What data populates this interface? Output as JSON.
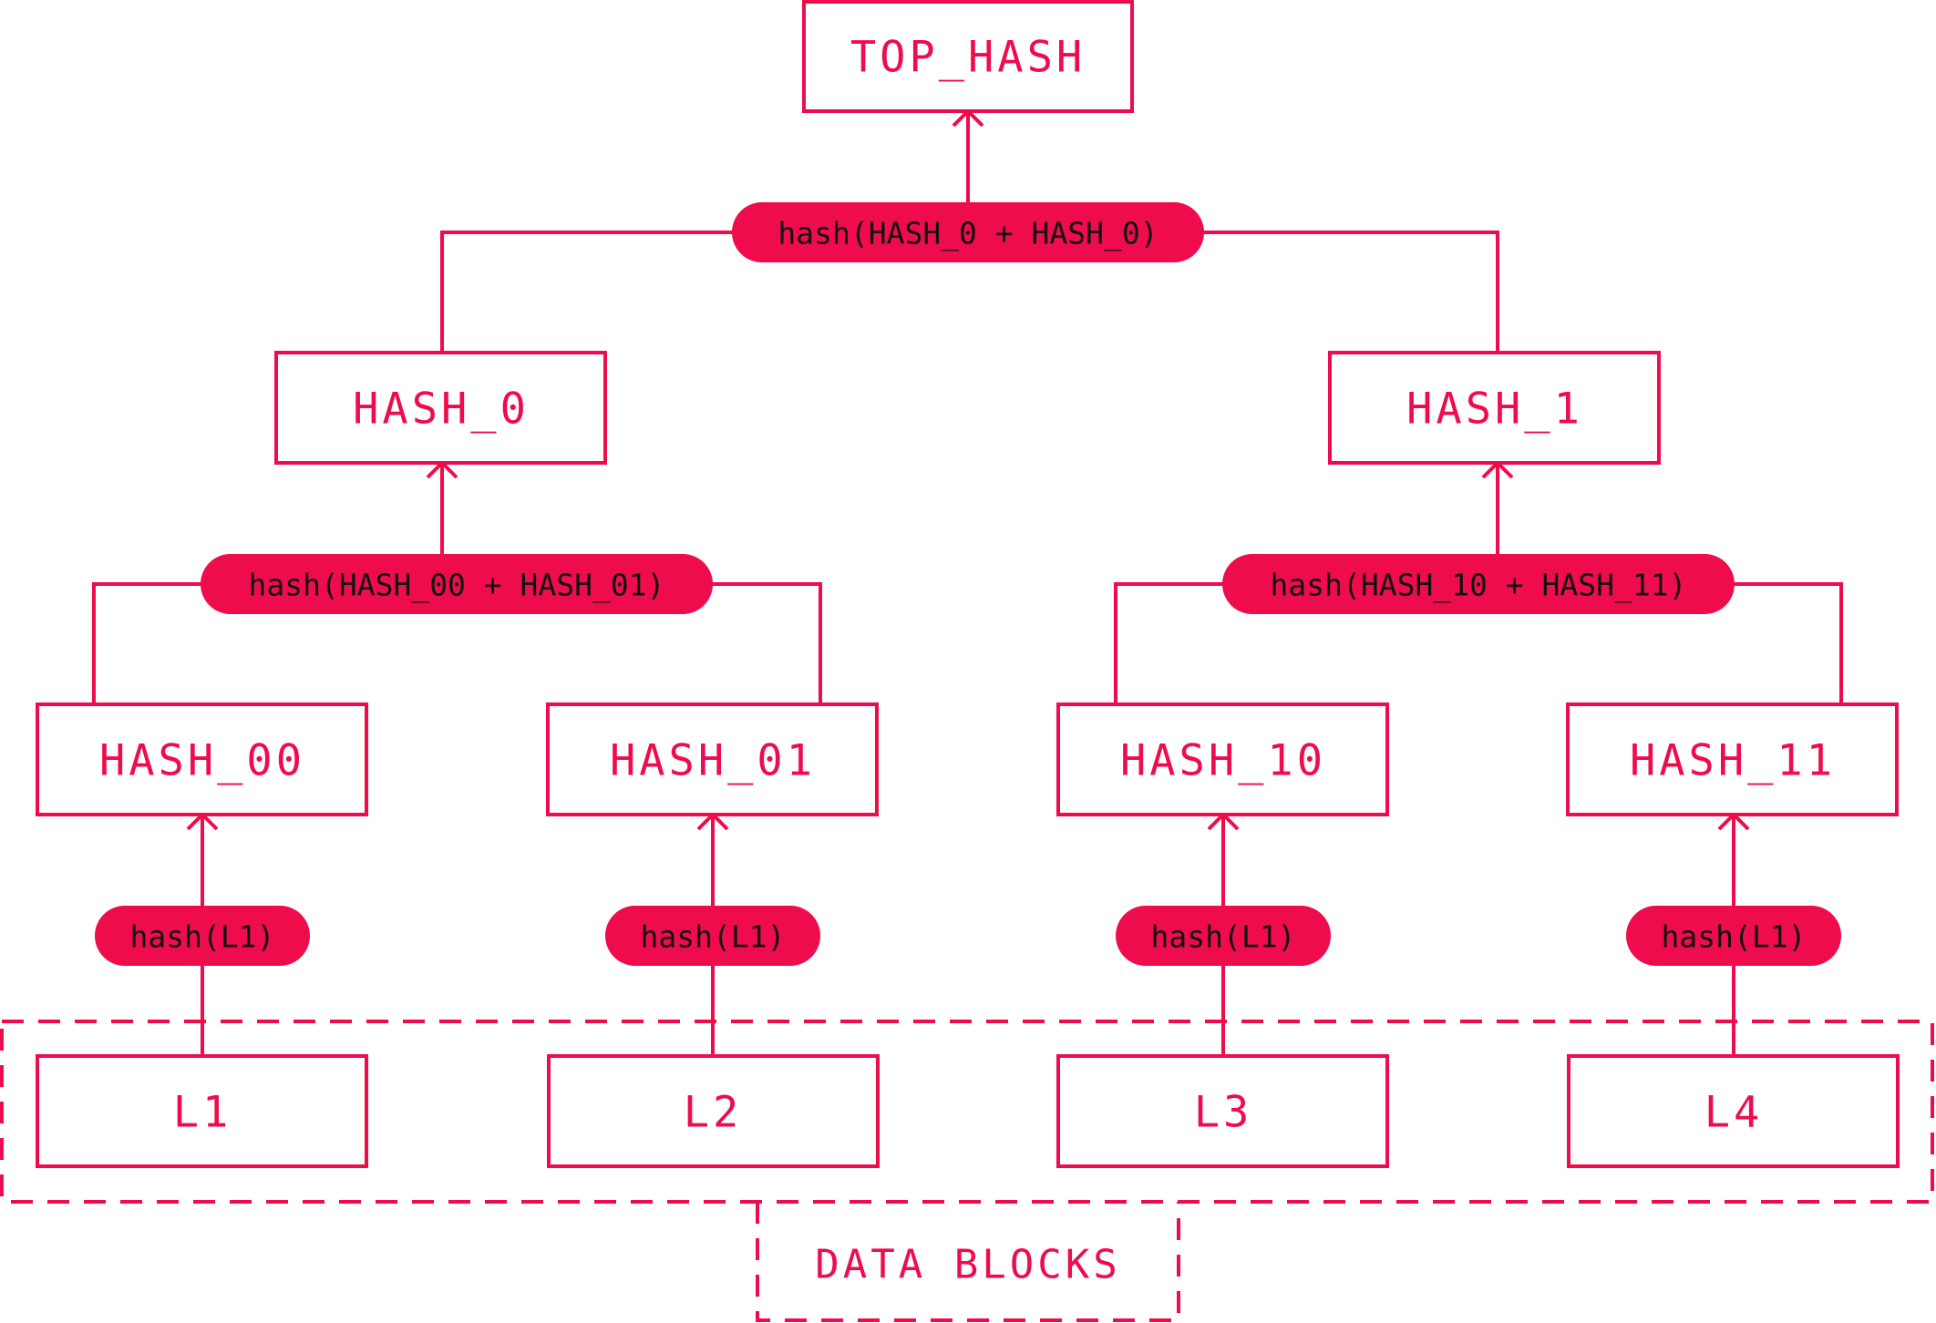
{
  "colors": {
    "accent": "#ee0c4c",
    "pill_text": "#111111",
    "background": "#ffffff"
  },
  "nodes": {
    "top_hash": "TOP_HASH",
    "hash_0": "HASH_0",
    "hash_1": "HASH_1",
    "hash_00": "HASH_00",
    "hash_01": "HASH_01",
    "hash_10": "HASH_10",
    "hash_11": "HASH_11",
    "l1": "L1",
    "l2": "L2",
    "l3": "L3",
    "l4": "L4"
  },
  "operations": {
    "top": "hash(HASH_0 + HASH_0)",
    "left": "hash(HASH_00 + HASH_01)",
    "right": "hash(HASH_10 + HASH_11)",
    "leaf1": "hash(L1)",
    "leaf2": "hash(L1)",
    "leaf3": "hash(L1)",
    "leaf4": "hash(L1)"
  },
  "group_label": "DATA BLOCKS"
}
